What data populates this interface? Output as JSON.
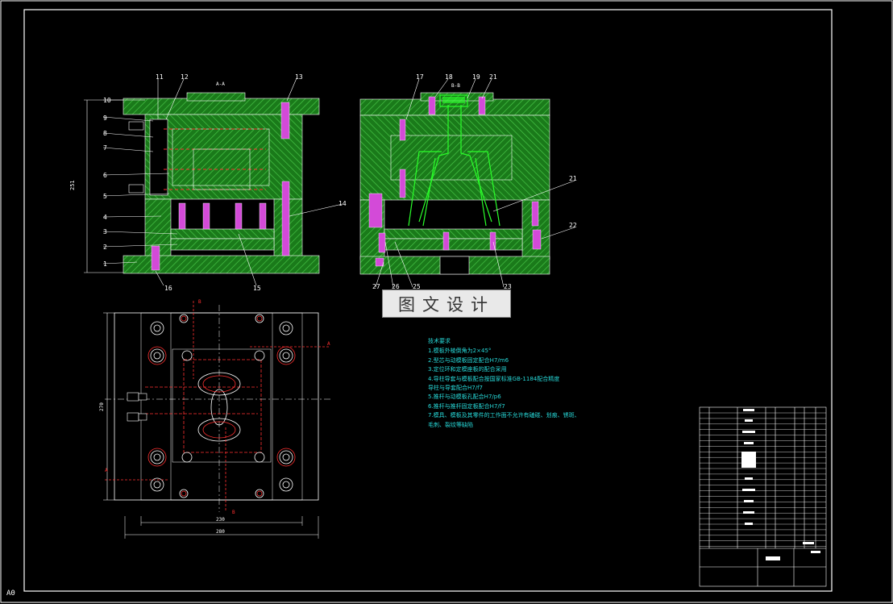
{
  "sheet": {
    "format_label": "A0",
    "border_color": "#ffffff",
    "background": "#000000"
  },
  "watermark": {
    "text": "图文设计"
  },
  "section_labels": {
    "left_section": "A-A",
    "right_section": "B-B"
  },
  "part_numbers_left": [
    "10",
    "9",
    "8",
    "7",
    "6",
    "5",
    "4",
    "3",
    "2",
    "1",
    "11",
    "12",
    "13",
    "14",
    "15",
    "16"
  ],
  "part_numbers_right": [
    "17",
    "18",
    "19",
    "21",
    "21",
    "22",
    "23",
    "25",
    "26",
    "27"
  ],
  "dimensions": {
    "left_height": "251",
    "plan_height": "270",
    "plan_width_inner": "230",
    "plan_width_outer": "280"
  },
  "plan_view_marks": {
    "A": "A",
    "B": "B"
  },
  "tech_requirements": {
    "title": "技术要求",
    "items": [
      "1.模板外棱倒角为2×45°",
      "2.型芯与动模板固定配合H7/m6",
      "3.定位环和定模座板的配合采用",
      "4.导柱导套与模板配合按国家标准GB-1184配合精度",
      "  导柱与导套配合H7/f7",
      "5.推杆与动模板孔配合H7/p6",
      "6.推杆与推杆固定板配合H7/f7",
      "7.模具、模板及其零件的工作面不允许有磕碰、划痕、锈斑、",
      "  毛刺、裂纹等缺陷"
    ]
  },
  "colors": {
    "hatch_green": "#1f8f1f",
    "hatch_line": "#4ec94e",
    "magenta": "#d34ad8",
    "red_dash": "#ff3030",
    "cyan": "#27d9d9",
    "bright_green": "#2aff2a",
    "white": "#ffffff"
  }
}
